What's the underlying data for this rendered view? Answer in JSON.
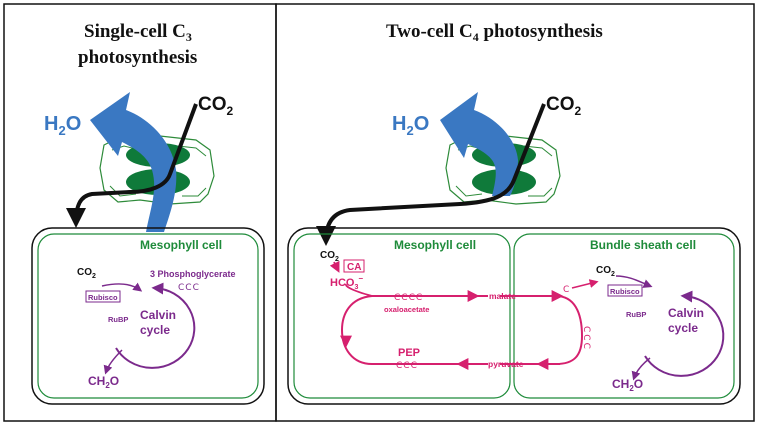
{
  "panels": {
    "left": {
      "title_main": "Single-cell C",
      "title_sub": "3",
      "title_line2": "photosynthesis",
      "h2o_main": "H",
      "h2o_sub": "2",
      "h2o_end": "O",
      "co2_main": "CO",
      "co2_sub": "2",
      "cell_label": "Mesophyll cell",
      "co2_in": "CO",
      "co2_in_sub": "2",
      "pga": "3 Phosphoglycerate",
      "pga_c": "CCC",
      "rubisco": "Rubisco",
      "rubp": "RuBP",
      "calvin_1": "Calvin",
      "calvin_2": "cycle",
      "ch2o_a": "CH",
      "ch2o_sub": "2",
      "ch2o_b": "O"
    },
    "right": {
      "title_main": "Two-cell C",
      "title_sub": "4",
      "title_rest": " photosynthesis",
      "h2o_main": "H",
      "h2o_sub": "2",
      "h2o_end": "O",
      "co2_main": "CO",
      "co2_sub": "2",
      "mesophyll_label": "Mesophyll cell",
      "bundle_label": "Bundle sheath cell",
      "co2_in": "CO",
      "co2_in_sub": "2",
      "ca": "CA",
      "hco3_a": "HCO",
      "hco3_sub": "3",
      "hco3_sup": "−",
      "oaa_c": "CCCC",
      "oxaloacetate": "oxaloacetate",
      "malate": "malate",
      "pep": "PEP",
      "pep_c": "CCC",
      "pyruvate": "pyruvate",
      "c_single": "C",
      "ccc_vertical": "CCC",
      "bs_co2": "CO",
      "bs_co2_sub": "2",
      "rubisco": "Rubisco",
      "rubp": "RuBP",
      "calvin_1": "Calvin",
      "calvin_2": "cycle",
      "ch2o_a": "CH",
      "ch2o_sub": "2",
      "ch2o_b": "O"
    }
  },
  "colors": {
    "green": "#1e8b3a",
    "dark_green": "#0f7a3a",
    "purple": "#7b2a8c",
    "magenta": "#d6206e",
    "blue": "#3a78c2",
    "black": "#111111"
  }
}
